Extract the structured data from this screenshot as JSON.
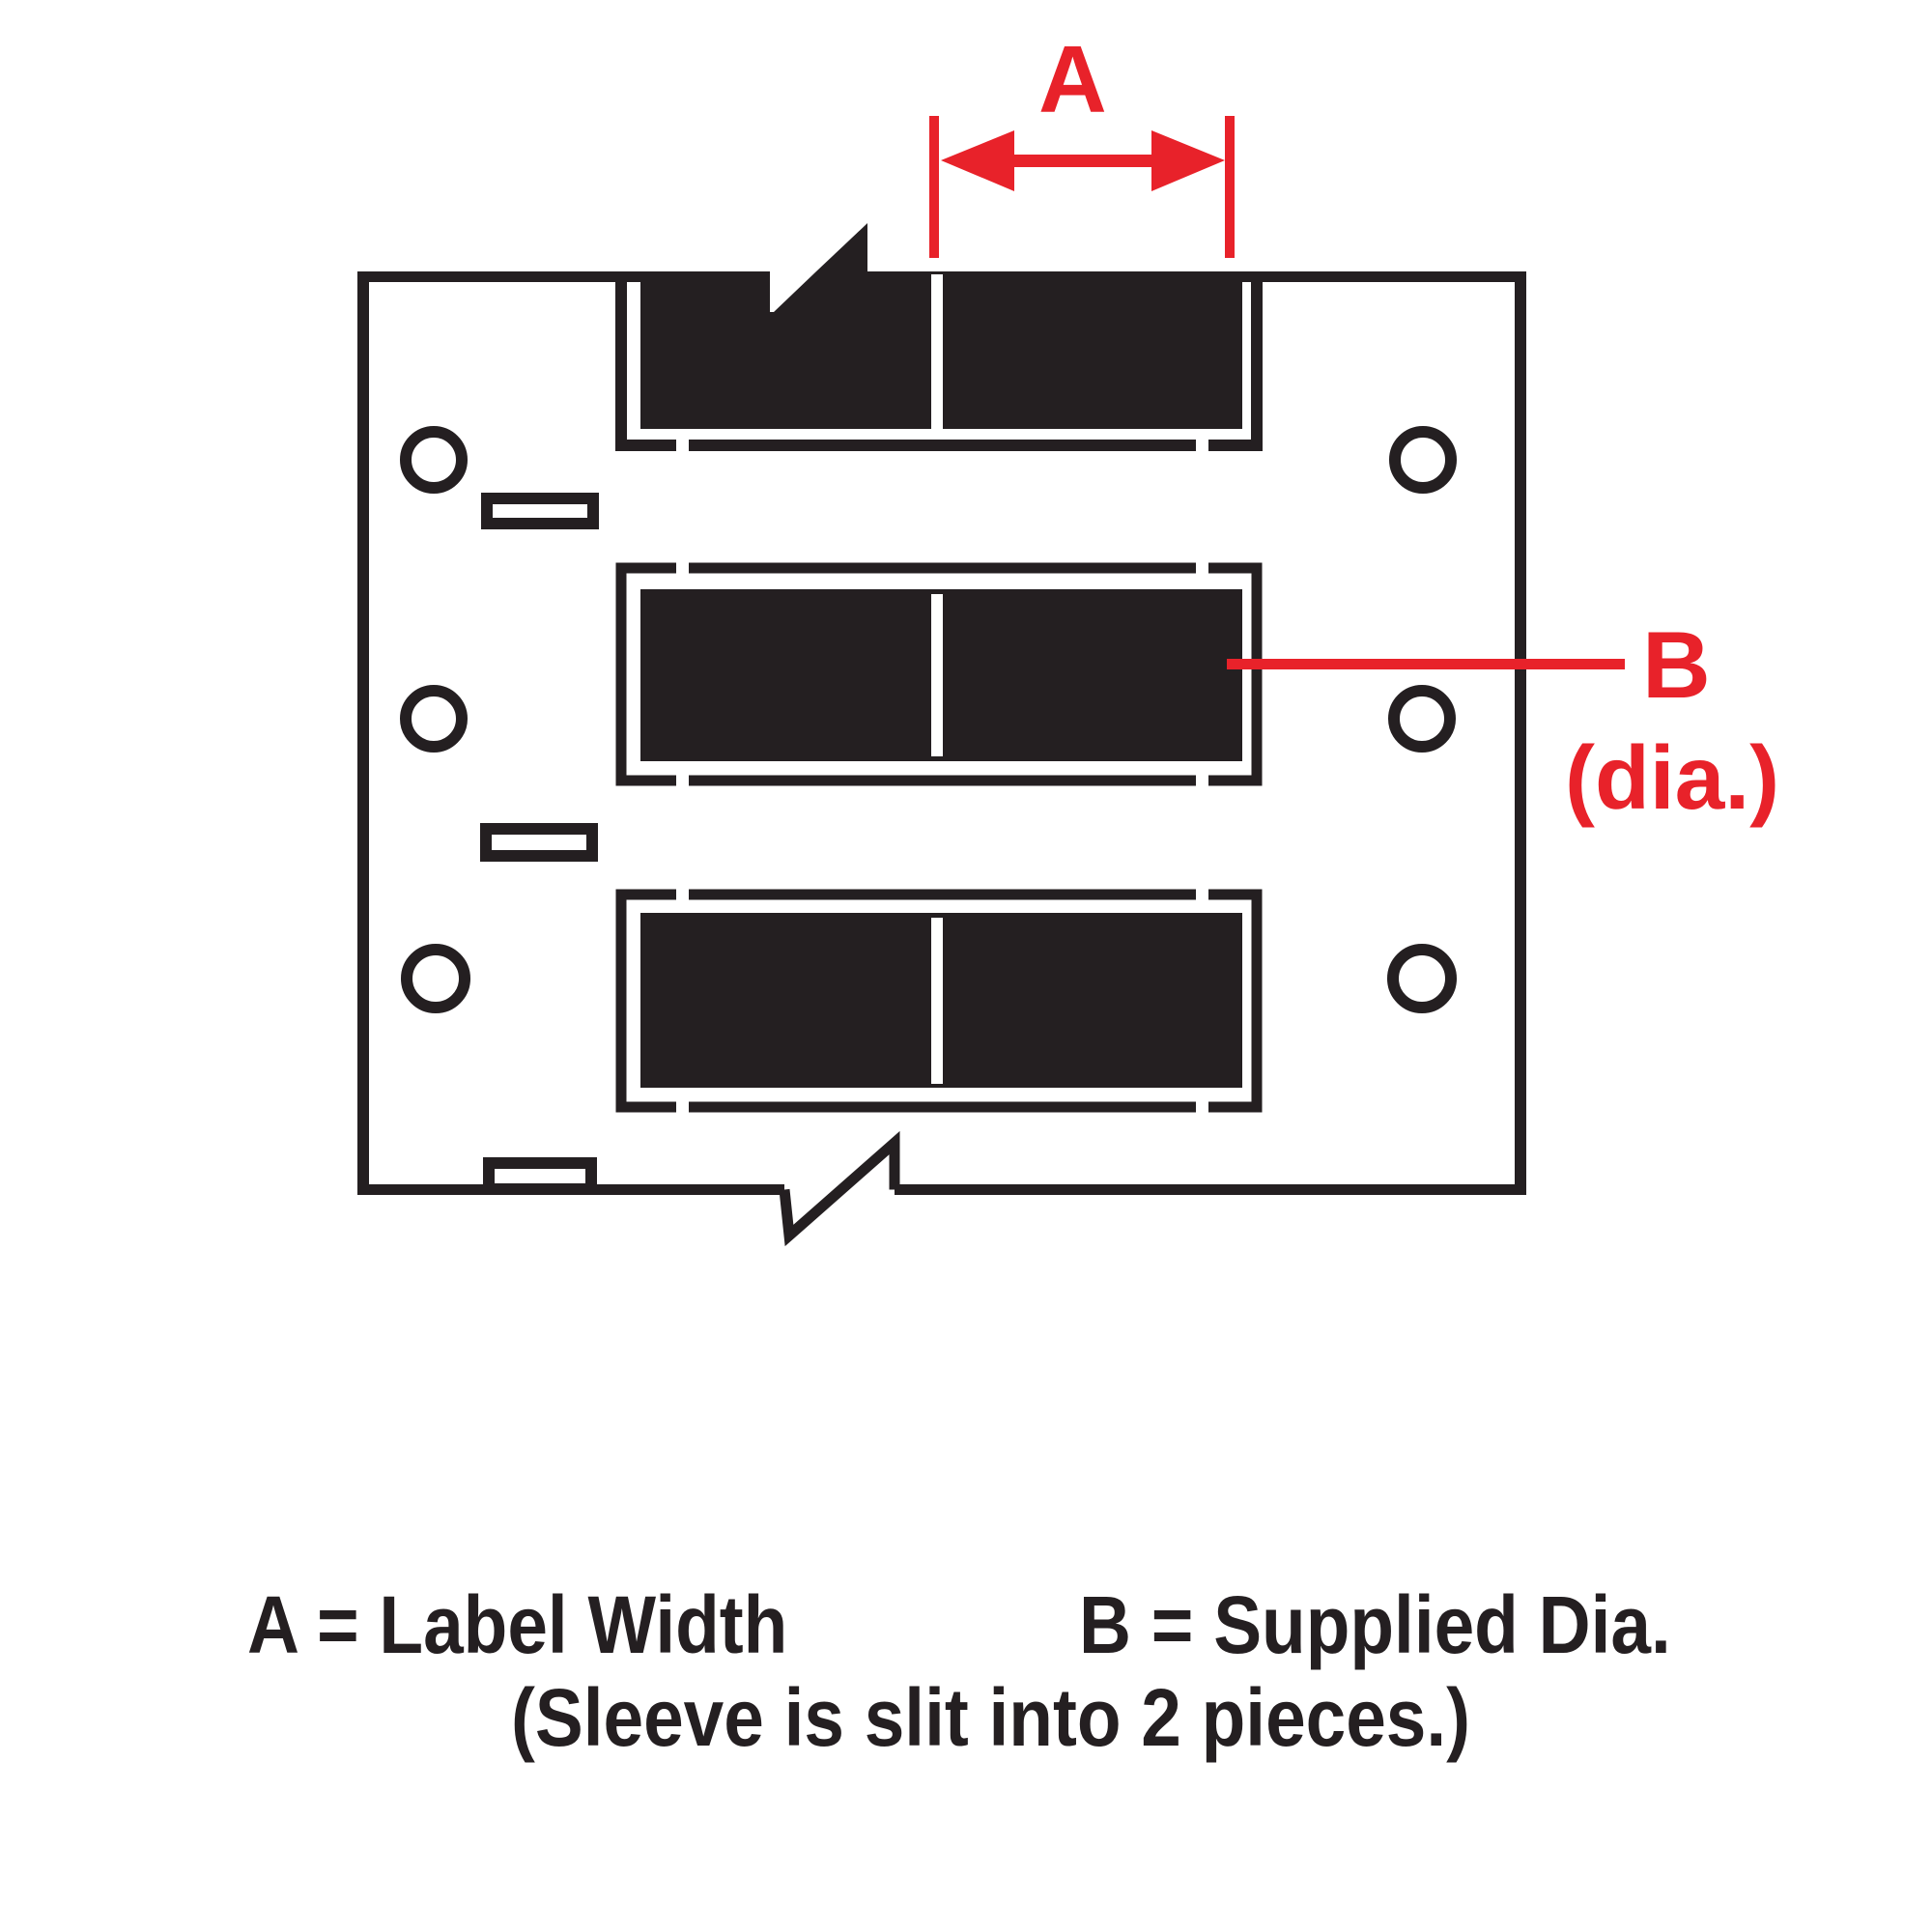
{
  "diagram": {
    "dimension_a_label": "A",
    "dimension_b_label": "B",
    "dimension_b_sublabel": "(dia.)"
  },
  "legend": {
    "a_definition": "A = Label Width",
    "b_definition": "B = Supplied Dia.",
    "note": "(Sleeve is slit into 2 pieces.)"
  },
  "colors": {
    "accent_red": "#e8222a",
    "ink_black": "#241f21",
    "background": "#ffffff"
  }
}
